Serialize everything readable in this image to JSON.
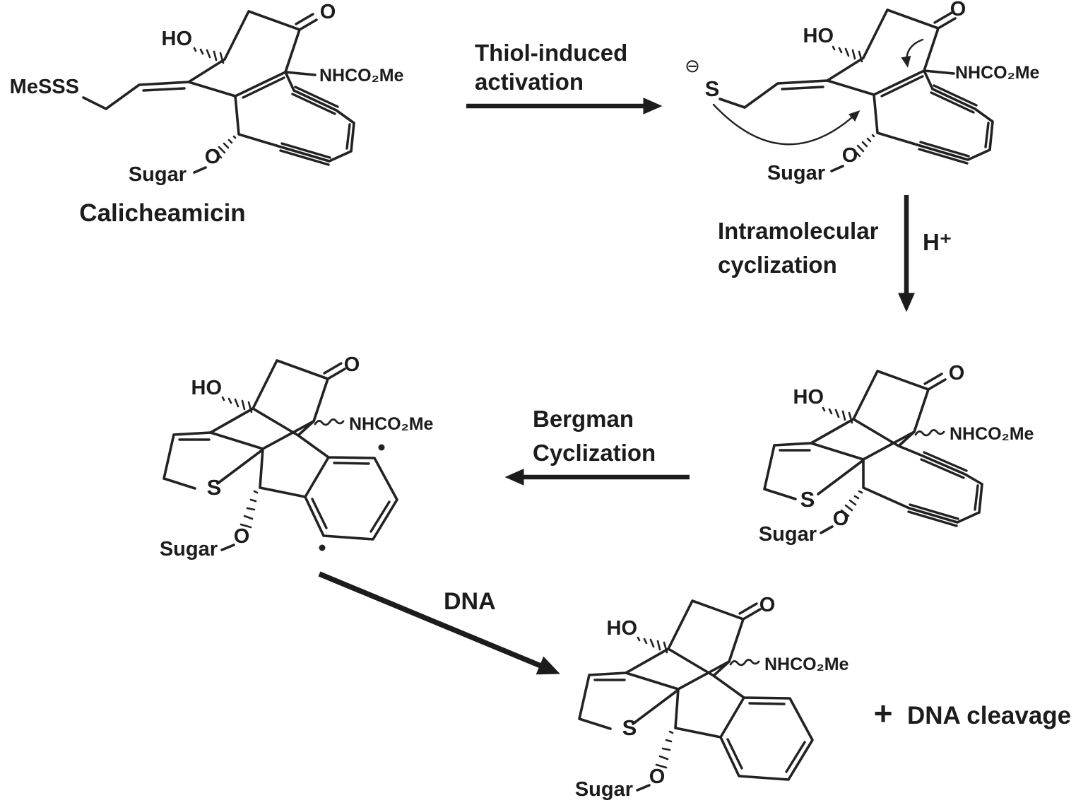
{
  "figure_title": "Calicheamicin",
  "colors": {
    "background": "#ffffff",
    "ink": "#222222"
  },
  "molecules": {
    "calicheamicin": {
      "caption": "Calicheamicin",
      "trisulfide": "MeSSS",
      "hydroxyl": "HO",
      "ketone_oxygen": "O",
      "carbamate": "NHCO₂Me",
      "sugar": "Sugar",
      "glycosidic_oxygen": "O"
    },
    "thiolate": {
      "charge": "⊖",
      "sulfur": "S",
      "hydroxyl": "HO",
      "ketone_oxygen": "O",
      "carbamate": "NHCO₂Me",
      "sugar": "Sugar",
      "glycosidic_oxygen": "O"
    },
    "cyclized": {
      "hydroxyl": "HO",
      "ketone_oxygen": "O",
      "carbamate": "NHCO₂Me",
      "sulfur": "S",
      "sugar": "Sugar",
      "glycosidic_oxygen": "O"
    },
    "diradical": {
      "hydroxyl": "HO",
      "ketone_oxygen": "O",
      "carbamate": "NHCO₂Me",
      "sulfur": "S",
      "sugar": "Sugar",
      "glycosidic_oxygen": "O"
    },
    "product": {
      "hydroxyl": "HO",
      "ketone_oxygen": "O",
      "carbamate": "NHCO₂Me",
      "sulfur": "S",
      "sugar": "Sugar",
      "glycosidic_oxygen": "O"
    }
  },
  "reactions": {
    "thiol_activation": {
      "line1": "Thiol-induced",
      "line2": "activation"
    },
    "intramolecular": {
      "line1": "Intramolecular",
      "line2": "cyclization",
      "reagent": "H⁺"
    },
    "bergman": {
      "line1": "Bergman",
      "line2": "Cyclization"
    },
    "dna_attack": {
      "label": "DNA"
    }
  },
  "result": {
    "plus": "+",
    "label": "DNA cleavage"
  }
}
